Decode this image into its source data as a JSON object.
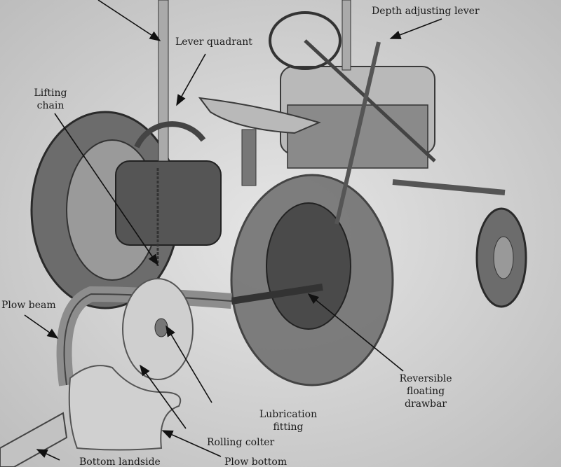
{
  "labels": {
    "depth_adjusting_lever": "Depth adjusting lever",
    "lever_quadrant": "Lever quadrant",
    "lifting_chain_1": "Lifting",
    "lifting_chain_2": "chain",
    "plow_beam": "Plow beam",
    "lubrication_fitting_1": "Lubrication",
    "lubrication_fitting_2": "fitting",
    "rolling_colter": "Rolling colter",
    "reversible_drawbar_1": "Reversible",
    "reversible_drawbar_2": "floating",
    "reversible_drawbar_3": "drawbar",
    "bottom_landside": "Bottom landside",
    "plow_bottom": "Plow bottom"
  }
}
